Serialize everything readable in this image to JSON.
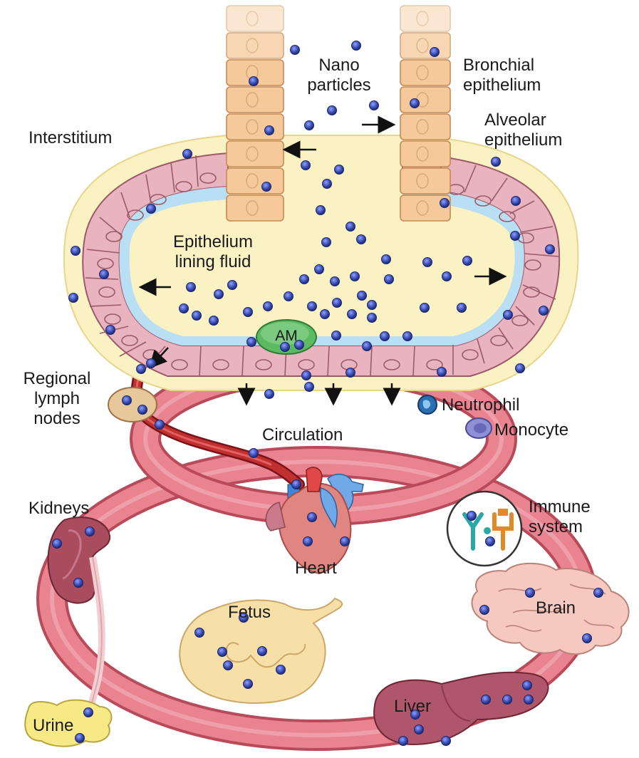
{
  "labels": {
    "nano_particles": [
      "Nano",
      "particles"
    ],
    "bronchial_epithelium": [
      "Bronchial",
      "epithelium"
    ],
    "interstitium": "Interstitium",
    "alveolar_epithelium": [
      "Alveolar",
      "epithelium"
    ],
    "epithelium_lining_fluid": [
      "Epithelium",
      "lining fluid"
    ],
    "am": "AM",
    "regional_lymph_nodes": [
      "Regional",
      "lymph",
      "nodes"
    ],
    "neutrophil": "Neutrophil",
    "monocyte": "Monocyte",
    "circulation": "Circulation",
    "kidneys": "Kidneys",
    "immune_system": [
      "Immune",
      "system"
    ],
    "heart": "Heart",
    "fetus": "Fetus",
    "brain": "Brain",
    "urine": "Urine",
    "liver": "Liver"
  },
  "colors": {
    "vessel": "#e8838f",
    "vessel_dark": "#b84a5a",
    "particle": "#3c4fb4",
    "bronchial_cell": "#f6c99a",
    "alveolar_cell": "#e9b4bf",
    "lining_fluid": "#b9dff5",
    "interstitium": "#fbf2c4",
    "am": "#5cba63",
    "fetus": "#f7e0a8",
    "urine": "#f7ea86",
    "brain": "#f5c9c0",
    "liver": "#b0566a",
    "kidney": "#a84c5e"
  }
}
